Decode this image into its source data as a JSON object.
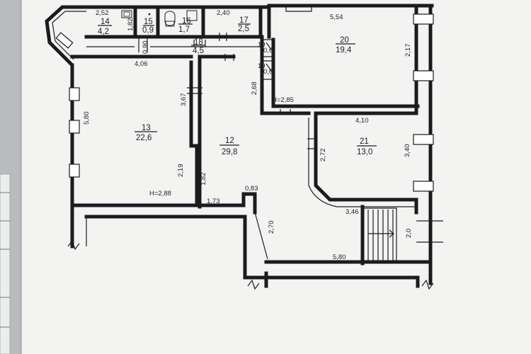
{
  "colors": {
    "paper": "#f3f4f2",
    "background": "#b9bcbf",
    "ink": "#1b1b1f",
    "window_fill": "#ffffff"
  },
  "rooms": [
    {
      "id": "r14",
      "number": "14",
      "area": "4,2"
    },
    {
      "id": "r15",
      "number": "15",
      "area": "0,9"
    },
    {
      "id": "r16",
      "number": "16",
      "area": "1,7"
    },
    {
      "id": "r17",
      "number": "17",
      "area": "2,5"
    },
    {
      "id": "r18",
      "number": "18",
      "area": "4,5"
    },
    {
      "id": "r19a",
      "number": "19",
      "area": "0,6"
    },
    {
      "id": "r19b",
      "number": "19",
      "area": "0,6"
    },
    {
      "id": "r20",
      "number": "20",
      "area": "19,4"
    },
    {
      "id": "r13",
      "number": "13",
      "area": "22,6"
    },
    {
      "id": "r12",
      "number": "12",
      "area": "29,8"
    },
    {
      "id": "r21",
      "number": "21",
      "area": "13,0"
    }
  ],
  "dimensions": {
    "d252": "2,52",
    "d182": "1,82",
    "d090": "0,90",
    "d240": "2,40",
    "d554": "5,54",
    "d217": "2,17",
    "d406": "4,06",
    "d367": "3,67",
    "d268": "2,68",
    "d580v": "5,80",
    "d219": "2,19",
    "d182b": "1,82",
    "d173": "1,73",
    "d083": "0,83",
    "d410": "4,10",
    "d272": "2,72",
    "d340": "3,40",
    "d346": "3,46",
    "d270": "2,70",
    "d20": "2,0",
    "d580h": "5,80"
  },
  "heights": {
    "h1": "H=2,85",
    "h2": "H=2,88"
  }
}
